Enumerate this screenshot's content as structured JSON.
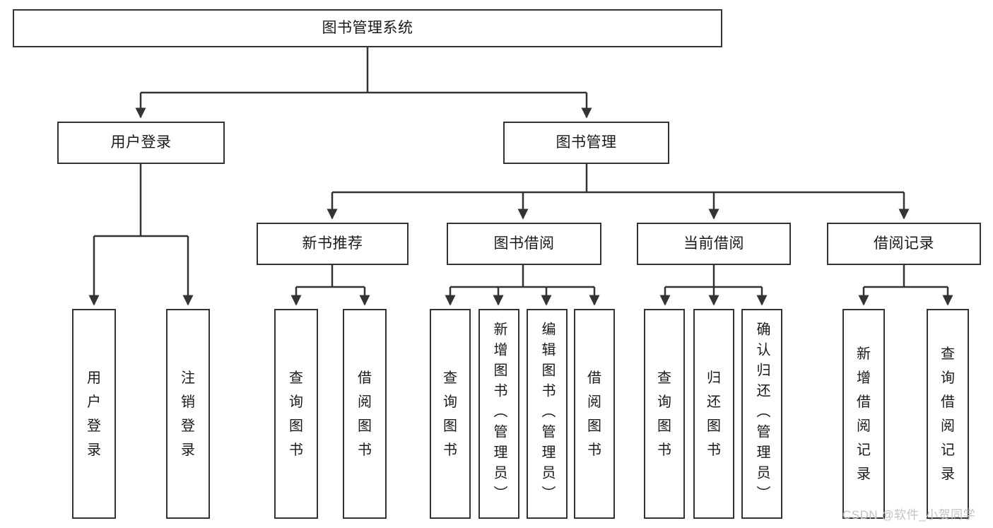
{
  "diagram": {
    "title": "图书管理系统",
    "type": "tree-hierarchy",
    "root": {
      "label": "图书管理系统"
    },
    "level1": [
      {
        "label": "用户登录"
      },
      {
        "label": "图书管理"
      }
    ],
    "level2": [
      {
        "label": "新书推荐"
      },
      {
        "label": "图书借阅"
      },
      {
        "label": "当前借阅"
      },
      {
        "label": "借阅记录"
      }
    ],
    "leaves_user_login": [
      {
        "label": "用户登录"
      },
      {
        "label": "注销登录"
      }
    ],
    "leaves_new_book": [
      {
        "label": "查询图书"
      },
      {
        "label": "借阅图书"
      }
    ],
    "leaves_borrow": [
      {
        "label": "查询图书"
      },
      {
        "label": "新增图书（管理员）"
      },
      {
        "label": "编辑图书（管理员）"
      },
      {
        "label": "借阅图书"
      }
    ],
    "leaves_current": [
      {
        "label": "查询图书"
      },
      {
        "label": "归还图书"
      },
      {
        "label": "确认归还（管理员）"
      }
    ],
    "leaves_record": [
      {
        "label": "新增借阅记录"
      },
      {
        "label": "查询借阅记录"
      }
    ],
    "colors": {
      "box_border": "#333333",
      "box_fill": "#ffffff",
      "connector": "#333333",
      "text": "#1a1a1a",
      "watermark": "#c2c2c2",
      "background": "#ffffff"
    }
  },
  "watermark": {
    "text": "CSDN @软件_小贺同学"
  }
}
